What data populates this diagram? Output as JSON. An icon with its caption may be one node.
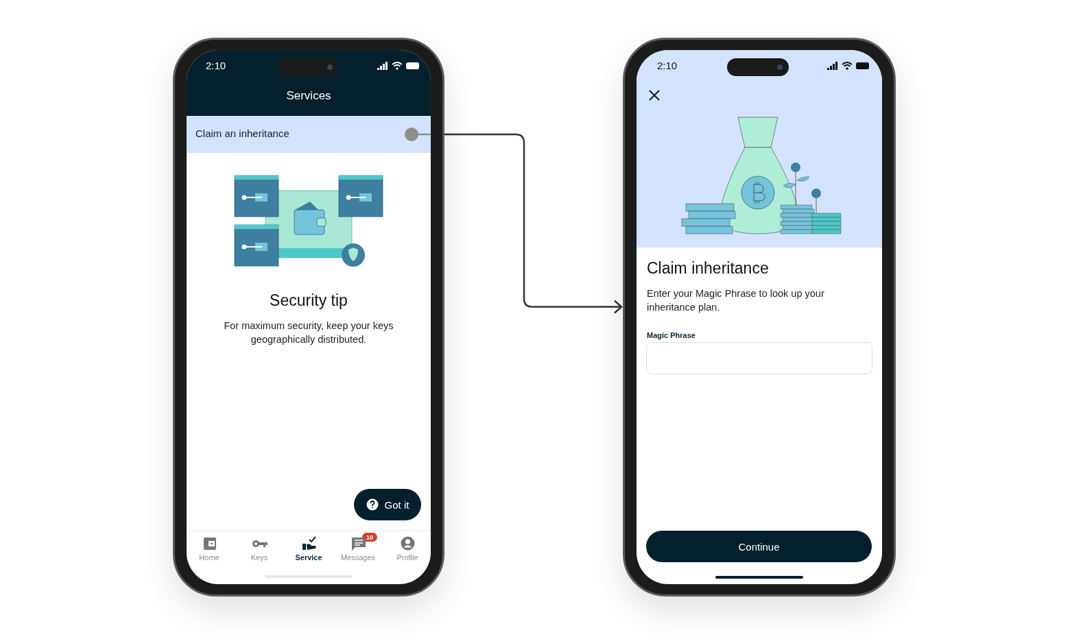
{
  "diagram": {
    "nodes": [
      {
        "text": [],
        "shape": "phone"
      },
      {
        "text": [
          "Claim an inheritance"
        ],
        "in": 0
      },
      {
        "text": [],
        "shape": "phone"
      }
    ],
    "edges": [
      {
        "from": 1,
        "to": 2,
        "arrow": "to"
      }
    ],
    "labels": [
      "2:10",
      "Services",
      "Security tip",
      "For maximum security, keep your keys geographically distributed.",
      "Got it",
      "Home",
      "Keys",
      "Service",
      "10",
      "Messages",
      "Profile",
      "2:10",
      "Claim inheritance",
      "Enter your Magic Phrase to look up your inheritance plan.",
      "Magic Phrase",
      "Continue"
    ]
  }
}
